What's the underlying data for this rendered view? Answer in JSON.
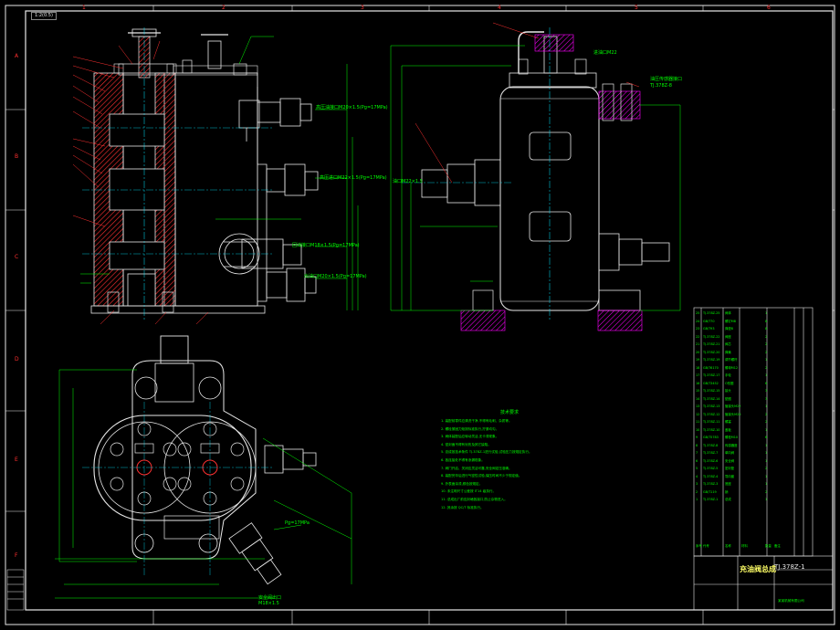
{
  "scale_tag": "1:2(0.5)",
  "grid_columns": [
    "1",
    "2",
    "3",
    "4",
    "5",
    "6"
  ],
  "grid_rows": [
    "A",
    "B",
    "C",
    "D",
    "E",
    "F"
  ],
  "tech_notes": {
    "title": "技术要求",
    "lines": [
      "1. 装配前零件应清洗干净,不得有毛刺、杂质等。",
      "2. 螺栓紧固力矩按标准执行,拧紧均匀。",
      "3. 阀体装配后应转动灵活,无卡滞现象。",
      "4. 密封面不得有划伤及其它缺陷。",
      "5. 总成按技术条件 TJ.378Z-1进行试验,试验压力按规定执行。",
      "6. 各连接处不得有渗漏现象。",
      "7. 阀门开启、关闭应灵活可靠,安全阀定压准确。",
      "8. 装配完毕后进行气密性试验,保压时间不少于规定值。",
      "9. 外表面涂漆,颜色按规定。",
      "10. 未注明尺寸公差按 IT14 级执行。",
      "11. 总成出厂前应封堵各接口,防止杂物进入。",
      "12. 其余按 QC/T 标准执行。"
    ]
  },
  "callouts": {
    "inlet_left": "高压油接口M20×1.5(Pg=17MPa)",
    "inlet_mid": "高压进口M22×1.5(Pg=17MPa)",
    "outlet_low": "回油接口M18×1.5(Pg=17MPa)",
    "outlet_bottom": "出油口M20×1.5(Pg=17MPa)",
    "side_inlet": "油口M22×1.5",
    "top_right": "油压传感器接口",
    "top_right_code": "TJ.378Z-8",
    "left_view_port": "进油口M22",
    "bottom_callout": "安全阀出口",
    "bottom_callout2": "M18×1.5",
    "pressure_plate": "Pg=17MPa"
  },
  "bom": {
    "rows": [
      [
        "25",
        "TJ.378Z-25",
        "阀体",
        "",
        "1",
        ""
      ],
      [
        "24",
        "GB/T70",
        "螺钉M8",
        "",
        "8",
        ""
      ],
      [
        "23",
        "GB/T93",
        "弹垫8",
        "",
        "8",
        ""
      ],
      [
        "22",
        "TJ.378Z-22",
        "阀座",
        "",
        "2",
        ""
      ],
      [
        "21",
        "TJ.378Z-21",
        "阀芯",
        "",
        "2",
        ""
      ],
      [
        "20",
        "TJ.378Z-20",
        "弹簧",
        "",
        "2",
        ""
      ],
      [
        "19",
        "TJ.378Z-19",
        "调节螺杆",
        "",
        "1",
        ""
      ],
      [
        "18",
        "GB/T6170",
        "螺母M12",
        "",
        "2",
        ""
      ],
      [
        "17",
        "TJ.378Z-17",
        "手轮",
        "",
        "1",
        ""
      ],
      [
        "16",
        "GB/T3452",
        "O形圈",
        "",
        "6",
        ""
      ],
      [
        "15",
        "TJ.378Z-15",
        "接头",
        "",
        "3",
        ""
      ],
      [
        "14",
        "TJ.378Z-14",
        "垫圈",
        "",
        "3",
        ""
      ],
      [
        "13",
        "TJ.378Z-13",
        "管接头M22×1.5",
        "",
        "1",
        ""
      ],
      [
        "12",
        "TJ.378Z-12",
        "管接头M20×1.5",
        "",
        "2",
        ""
      ],
      [
        "11",
        "TJ.378Z-11",
        "螺塞",
        "",
        "2",
        ""
      ],
      [
        "10",
        "TJ.378Z-10",
        "盖板",
        "",
        "1",
        ""
      ],
      [
        "9",
        "GB/T5783",
        "螺栓M10",
        "",
        "6",
        ""
      ],
      [
        "8",
        "TJ.378Z-8",
        "传感器座",
        "",
        "1",
        ""
      ],
      [
        "7",
        "TJ.378Z-7",
        "单向阀",
        "",
        "1",
        ""
      ],
      [
        "6",
        "TJ.378Z-6",
        "安全阀",
        "",
        "1",
        ""
      ],
      [
        "5",
        "TJ.378Z-5",
        "密封垫",
        "",
        "2",
        ""
      ],
      [
        "4",
        "TJ.378Z-4",
        "导向套",
        "",
        "1",
        ""
      ],
      [
        "3",
        "TJ.378Z-3",
        "底座",
        "",
        "1",
        ""
      ],
      [
        "2",
        "GB/T119",
        "销",
        "",
        "2",
        ""
      ],
      [
        "1",
        "TJ.378Z-1",
        "总成",
        "",
        "1",
        ""
      ],
      [
        "",
        "",
        "",
        "",
        "",
        ""
      ],
      [
        "",
        "",
        "",
        "",
        "",
        ""
      ],
      [
        "",
        "",
        "",
        "",
        "",
        ""
      ],
      [
        "",
        "",
        "",
        "",
        "",
        ""
      ],
      [
        "",
        "",
        "",
        "",
        "",
        ""
      ],
      [
        "序号",
        "代号",
        "名称",
        "材料",
        "数量",
        "备注"
      ]
    ]
  },
  "title_block": {
    "drawing_title": "充油阀总成",
    "drawing_code": "TJ.378Z-1",
    "company": "某某机械有限公司"
  },
  "colors": {
    "line": "#e8e8e8",
    "dim": "#00ff00",
    "hatch": "#ff3030",
    "center": "#00e5ff",
    "magenta": "#ff00ff",
    "yellow": "#ffff66"
  }
}
